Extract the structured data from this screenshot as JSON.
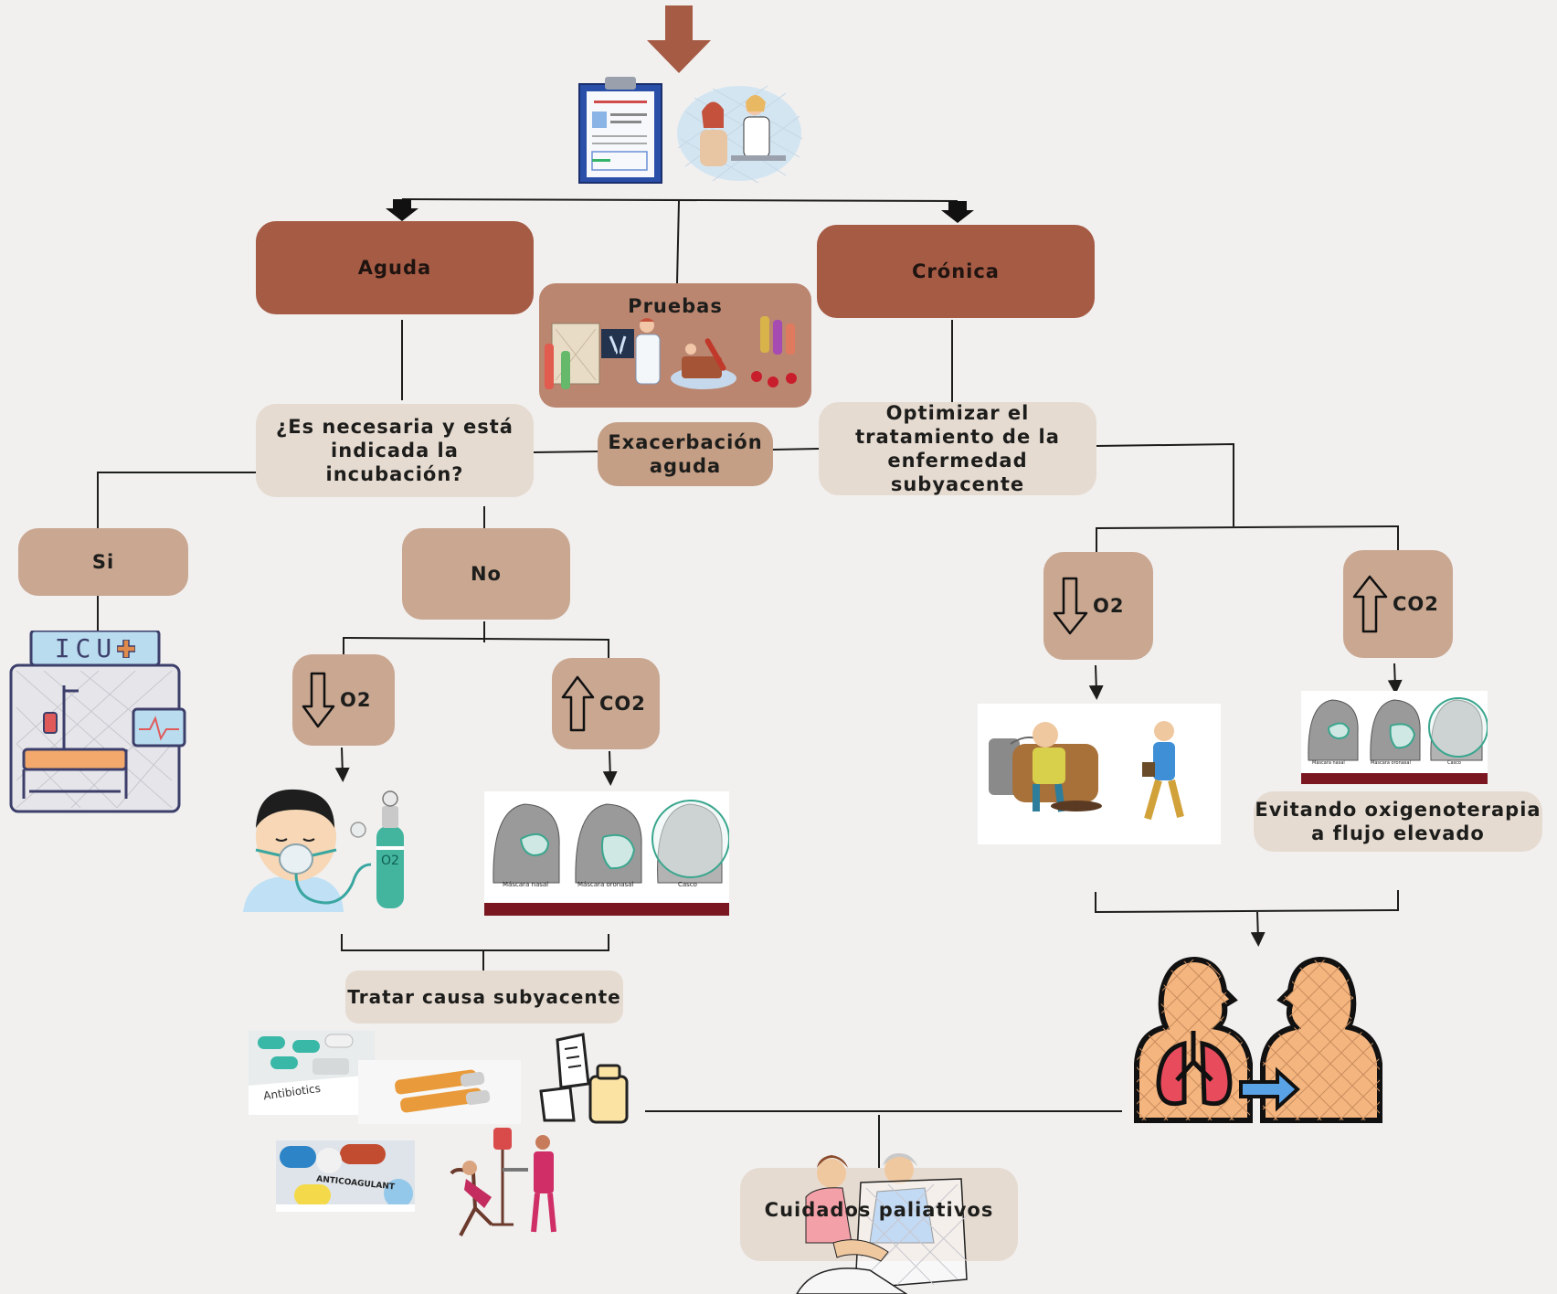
{
  "nodes": {
    "aguda": "Aguda",
    "cronica": "Crónica",
    "pruebas": "Pruebas",
    "incubacion_q": "¿Es necesaria y está indicada la incubación?",
    "exacerbacion": "Exacerbación aguda",
    "optimizar": "Optimizar el tratamiento de la enfermedad subyacente",
    "si": "Si",
    "no": "No",
    "o2_left": "O2",
    "co2_left": "CO2",
    "o2_right": "O2",
    "co2_right": "CO2",
    "evitando": "Evitando oxigenoterapia a flujo elevado",
    "tratar": "Tratar causa subyacente",
    "cuidados": "Cuidados paliativos"
  },
  "image_text": {
    "icu": "ICU",
    "o2_tank": "O2",
    "mask_nasal": "Máscara nasal",
    "mask_oronasal": "Máscara oronasal",
    "mask_casco": "Casco",
    "antibiotics": "Antibiotics",
    "anticoagulant": "ANTICOAGULANT"
  },
  "colors": {
    "background": "#f1f0ef",
    "dark_box": "#a65b45",
    "mid_box": "#c9a791",
    "light_box": "#e6dbd1",
    "top_arrow": "#a65b45",
    "lines": "#1d1d1b"
  }
}
